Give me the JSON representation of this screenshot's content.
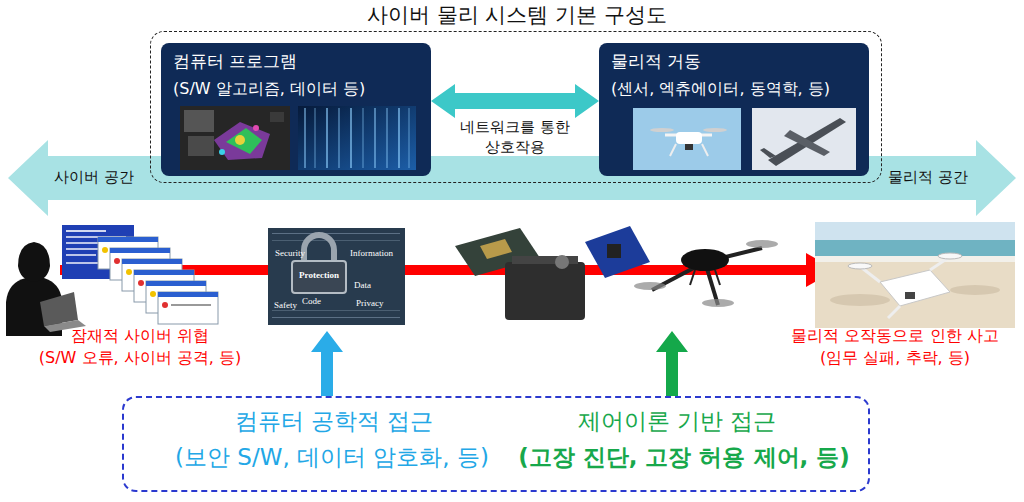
{
  "diagram": {
    "nodes": [
      {
        "text": [
          "사이버 물리 시스템 기본 구성도"
        ]
      },
      {
        "text": [
          "컴퓨터 프로그램",
          "(S/W 알고리즘, 데이터 등)"
        ],
        "in": 0
      },
      {
        "text": [
          "물리적 거동",
          "(센서, 엑츄에이터, 동역학, 등)"
        ],
        "in": 0
      },
      {
        "text": [
          "사이버 공간",
          "물리적 공간"
        ]
      },
      {
        "text": [
          "컴퓨터 공학적 접근",
          "(보안 S/W, 데이터 암호화, 등)",
          "제어이론 기반 접근",
          "(고장 진단, 고장 허용 제어, 등)"
        ]
      }
    ],
    "edges": [
      {
        "from": 1,
        "to": 2,
        "arrow": "both",
        "label": "네트워크를 통한 상호작용"
      }
    ],
    "labels": [
      "Security",
      "Information",
      "Protection",
      "Code",
      "Data",
      "Safety",
      "Privacy",
      "잠재적 사이버 위협",
      "(S/W 오류, 사이버 공격, 등)",
      "물리적 오작동으로 인한 사고",
      "(임무 실패, 추락, 등)"
    ]
  }
}
